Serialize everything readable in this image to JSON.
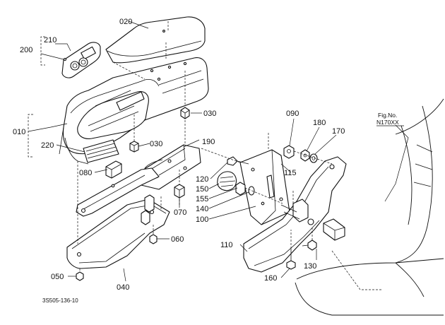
{
  "figure": {
    "fig_label": "Fig.No.",
    "fig_number": "N170XX",
    "drawing_code": "3S505-136-10"
  },
  "parts": [
    {
      "id": "p020",
      "label": "020"
    },
    {
      "id": "p200",
      "label": "200"
    },
    {
      "id": "p210",
      "label": "210"
    },
    {
      "id": "p030a",
      "label": "030"
    },
    {
      "id": "p010",
      "label": "010"
    },
    {
      "id": "p220",
      "label": "220"
    },
    {
      "id": "p030b",
      "label": "030"
    },
    {
      "id": "p190",
      "label": "190"
    },
    {
      "id": "p080",
      "label": "080"
    },
    {
      "id": "p070",
      "label": "070"
    },
    {
      "id": "p060",
      "label": "060"
    },
    {
      "id": "p050",
      "label": "050"
    },
    {
      "id": "p040",
      "label": "040"
    },
    {
      "id": "p090",
      "label": "090"
    },
    {
      "id": "p180",
      "label": "180"
    },
    {
      "id": "p170",
      "label": "170"
    },
    {
      "id": "p115",
      "label": "115"
    },
    {
      "id": "p120",
      "label": "120"
    },
    {
      "id": "p150",
      "label": "150"
    },
    {
      "id": "p155",
      "label": "155"
    },
    {
      "id": "p140",
      "label": "140"
    },
    {
      "id": "p100",
      "label": "100"
    },
    {
      "id": "p110",
      "label": "110"
    },
    {
      "id": "p130",
      "label": "130"
    },
    {
      "id": "p160",
      "label": "160"
    }
  ]
}
